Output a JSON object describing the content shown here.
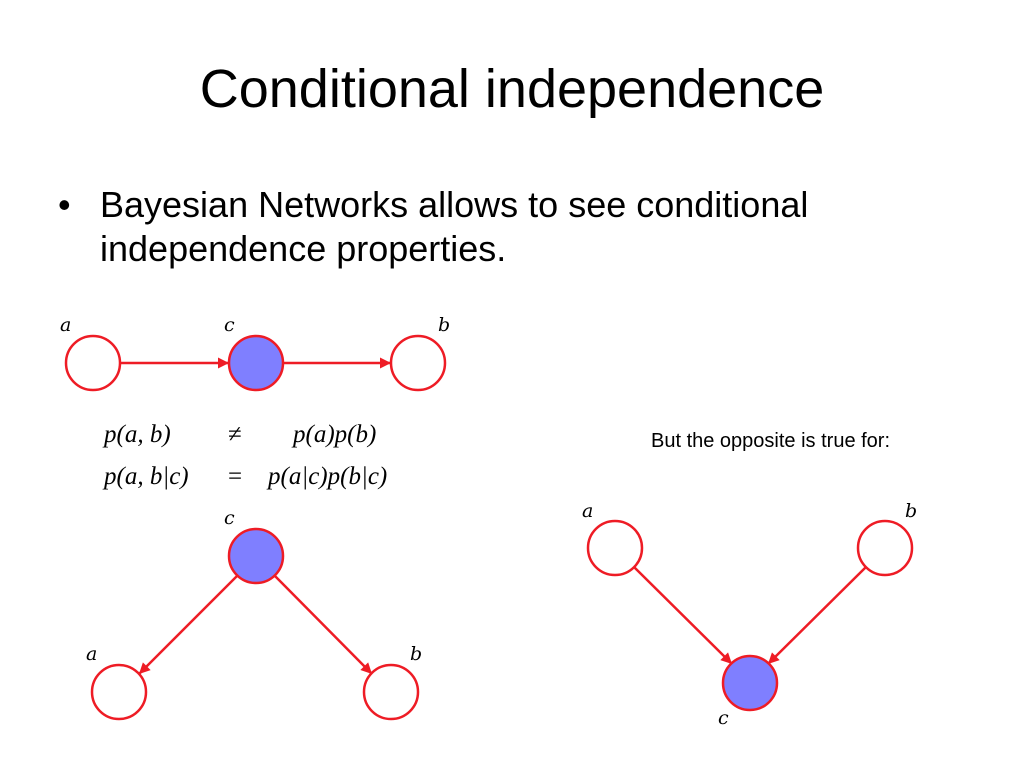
{
  "slide": {
    "title": "Conditional independence",
    "bullet_marker": "•",
    "bullet_text": "Bayesian Networks allows to see conditional independence properties.",
    "note": "But the opposite is true for:"
  },
  "equations": {
    "row1": {
      "lhs": "p(a, b)",
      "op": "≠",
      "rhs": "p(a)p(b)"
    },
    "row2": {
      "lhs": "p(a, b|c)",
      "op": "=",
      "rhs": "p(a|c)p(b|c)"
    }
  },
  "diagrams": {
    "chain": {
      "labels": {
        "a": "a",
        "c": "c",
        "b": "b"
      },
      "observed": "c"
    },
    "fork": {
      "labels": {
        "a": "a",
        "c": "c",
        "b": "b"
      },
      "observed": "c"
    },
    "collider": {
      "labels": {
        "a": "a",
        "c": "c",
        "b": "b"
      },
      "observed": "c"
    }
  },
  "colors": {
    "edge": "#ee1c25",
    "observed_fill": "#7f7fff",
    "node_fill": "#ffffff"
  }
}
